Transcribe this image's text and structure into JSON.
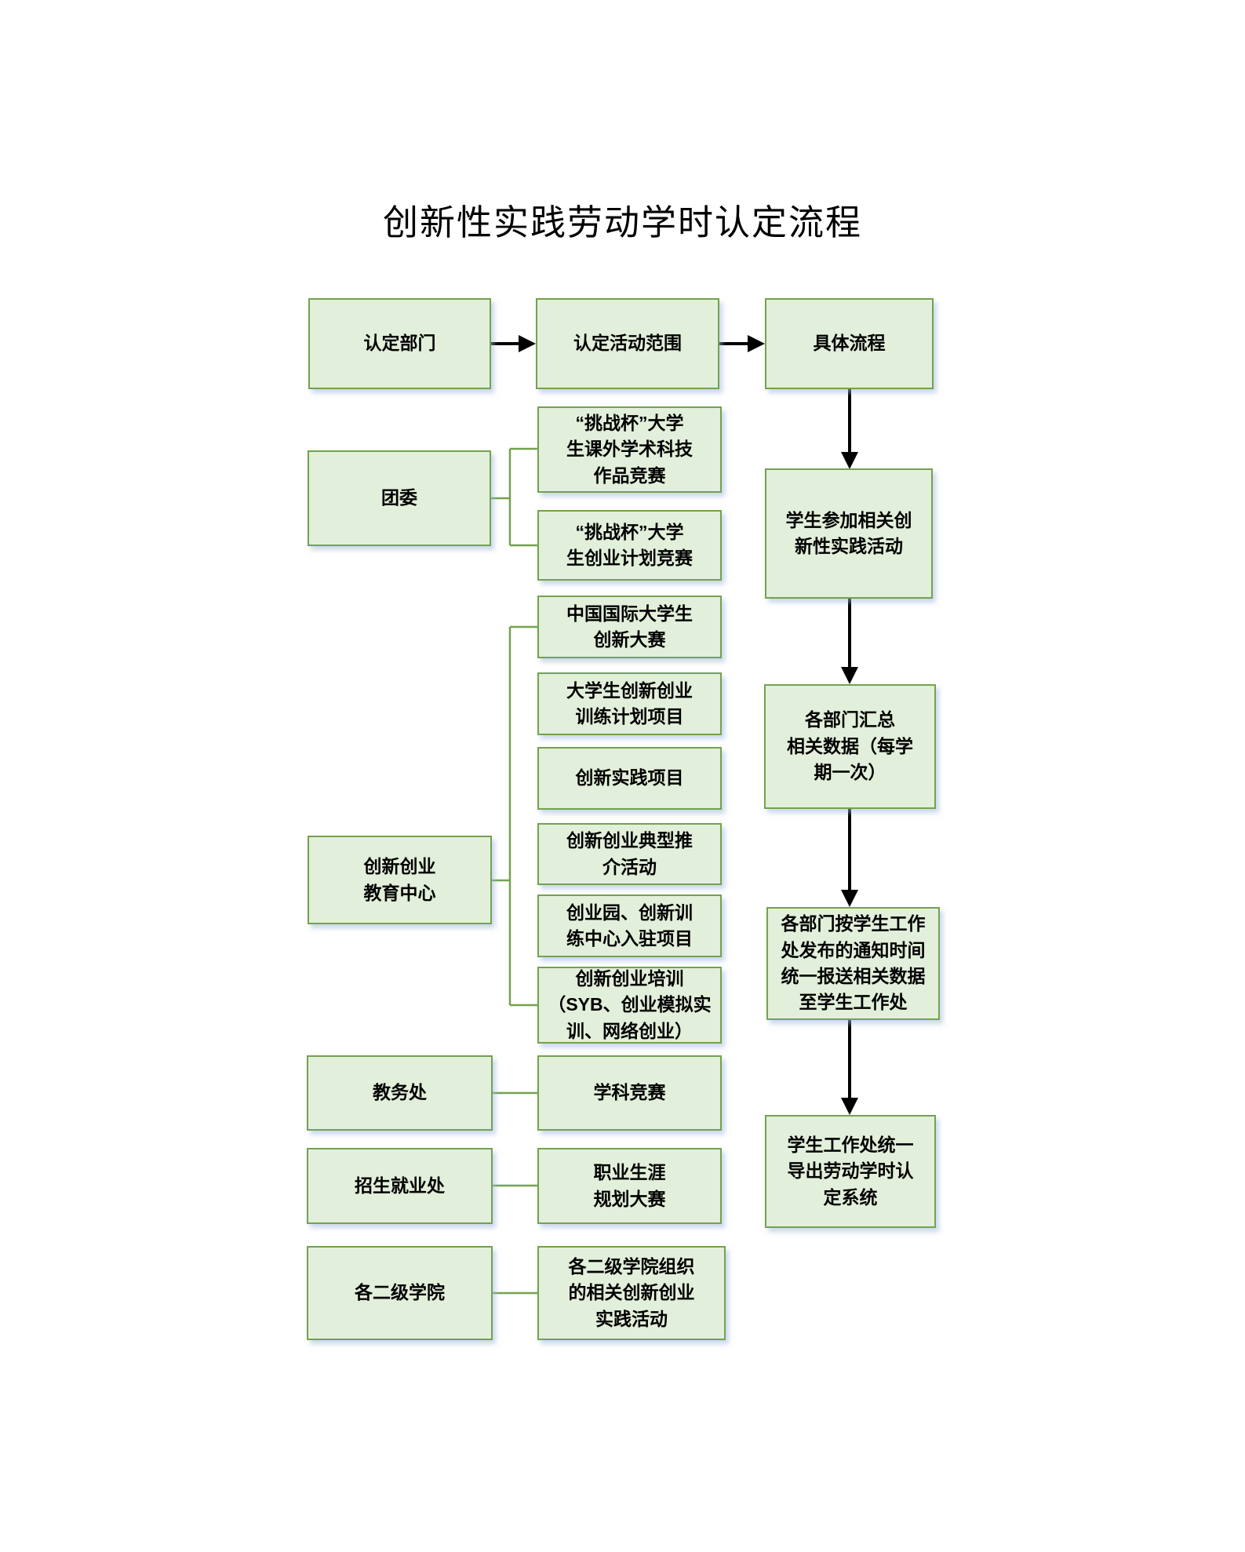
{
  "title": "创新性实践劳动学时认定流程",
  "colors": {
    "box_fill": "#e2efda",
    "box_border": "#73a24f",
    "connector_line": "#73a24f",
    "arrow": "#000000",
    "background": "#ffffff"
  },
  "headers": [
    {
      "label": "认定部门"
    },
    {
      "label": "认定活动范围"
    },
    {
      "label": "具体流程"
    }
  ],
  "departments": [
    {
      "label": "团委"
    },
    {
      "label": "创新创业\n教育中心"
    },
    {
      "label": "教务处"
    },
    {
      "label": "招生就业处"
    },
    {
      "label": "各二级学院"
    }
  ],
  "activities": [
    {
      "label": "“挑战杯”大学\n生课外学术科技\n作品竞赛"
    },
    {
      "label": "“挑战杯”大学\n生创业计划竞赛"
    },
    {
      "label": "中国国际大学生\n创新大赛"
    },
    {
      "label": "大学生创新创业\n训练计划项目"
    },
    {
      "label": "创新实践项目"
    },
    {
      "label": "创新创业典型推\n介活动"
    },
    {
      "label": "创业园、创新训\n练中心入驻项目"
    },
    {
      "label": "创新创业培训\n（SYB、创业模拟实\n训、网络创业）"
    },
    {
      "label": "学科竞赛"
    },
    {
      "label": "职业生涯\n规划大赛"
    },
    {
      "label": "各二级学院组织\n的相关创新创业\n实践活动"
    }
  ],
  "process_steps": [
    {
      "label": "学生参加相关创\n新性实践活动"
    },
    {
      "label": "各部门汇总\n相关数据（每学\n期一次）"
    },
    {
      "label": "各部门按学生工作\n处发布的通知时间\n统一报送相关数据\n至学生工作处"
    },
    {
      "label": "学生工作处统一\n导出劳动学时认\n定系统"
    }
  ]
}
